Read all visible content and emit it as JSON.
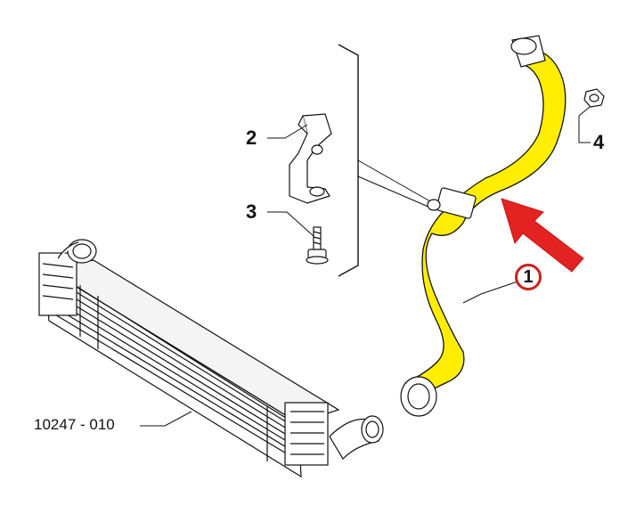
{
  "callouts": {
    "hose": "1",
    "bracket": "2",
    "bolt": "3",
    "nut": "4"
  },
  "part_number": "10247 - 010",
  "colors": {
    "hose": "#ffee00",
    "highlight_arrow": "#e32222",
    "callout_ring": "#cc1f1f",
    "line": "#111111"
  }
}
